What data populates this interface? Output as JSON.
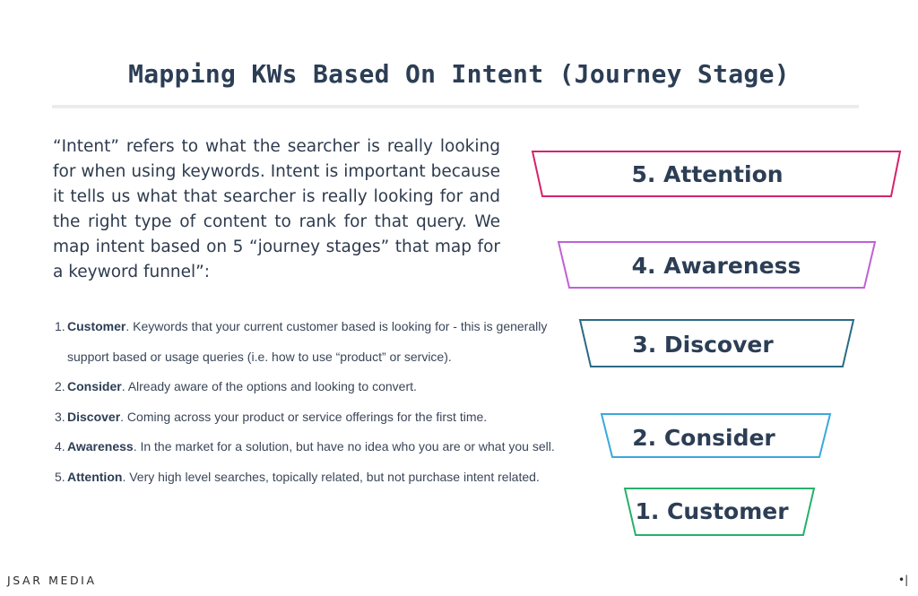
{
  "title": "Mapping KWs Based On Intent (Journey Stage)",
  "intro": "“Intent” refers to what the searcher is really looking for when using keywords. Intent is important because it tells us what that searcher is really looking for and the right type of content to rank for that query. We map intent based on 5 “journey stages” that map for a keyword funnel”:",
  "stages": [
    {
      "number": "1.",
      "term": "Customer",
      "description": ". Keywords that your current customer based is looking for - this is generally support based or usage queries (i.e. how to use “product” or service)."
    },
    {
      "number": "2.",
      "term": "Consider",
      "description": ". Already aware of the options and looking to convert."
    },
    {
      "number": "3.",
      "term": "Discover",
      "description": ". Coming across your product or service offerings for the first time."
    },
    {
      "number": "4.",
      "term": "Awareness",
      "description": ". In the market for a solution, but have no idea who you are or what you sell."
    },
    {
      "number": "5.",
      "term": "Attention",
      "description": ". Very high level searches, topically related, but not purchase intent related."
    }
  ],
  "funnel": [
    {
      "label": "5. Attention",
      "color": "#d6236a"
    },
    {
      "label": "4. Awareness",
      "color": "#c060d8"
    },
    {
      "label": "3. Discover",
      "color": "#2a6a86"
    },
    {
      "label": "2. Consider",
      "color": "#3aa8dc"
    },
    {
      "label": "1. Customer",
      "color": "#27b06a"
    }
  ],
  "footer": {
    "logo": "JSAR MEDIA",
    "marker": "•|"
  }
}
